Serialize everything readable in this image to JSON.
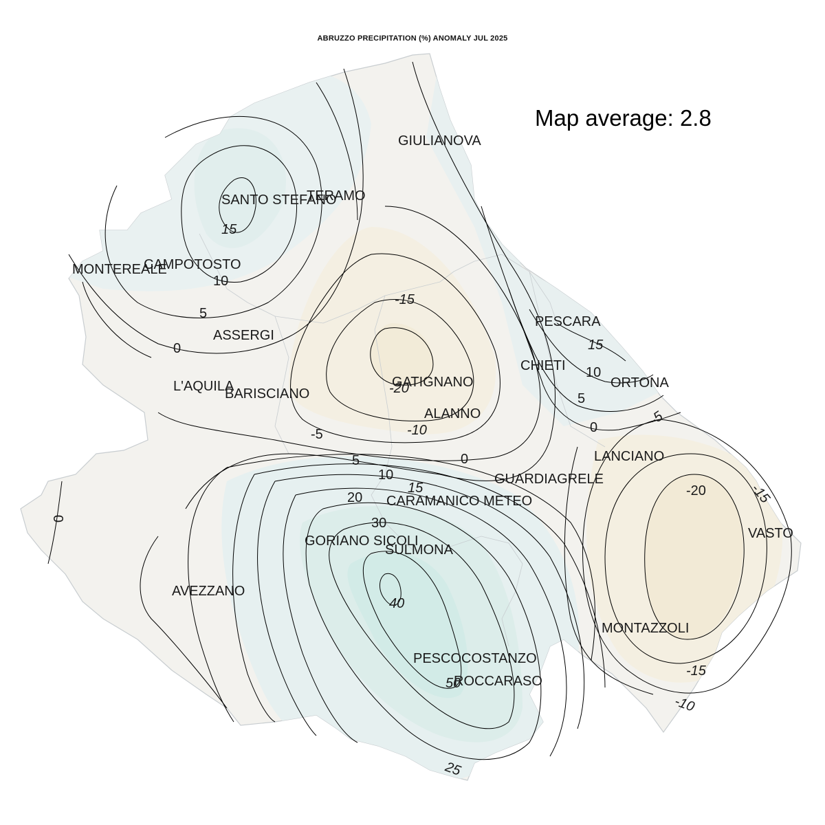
{
  "title": "ABRUZZO PRECIPITATION (%) ANOMALY JUL 2025",
  "map_average_text": "Map average: 2.8",
  "colors": {
    "negative_fill": "#f4eedf",
    "strong_negative_fill": "#f2ead6",
    "neutral_fill": "#f3f2ee",
    "positive_fill": "#e6f0f0",
    "strong_positive_fill": "#d2ebe7",
    "contour": "#000000"
  },
  "cities": [
    "GIULIANOVA",
    "TERAMO",
    "SANTO STEFANO",
    "CAMPOTOSTO",
    "MONTEREALE",
    "ASSERGI",
    "L'AQUILA",
    "BARISCIANO",
    "GATIGNANO",
    "ALANNO",
    "PESCARA",
    "CHIETI",
    "ORTONA",
    "LANCIANO",
    "GUARDIAGRELE",
    "CARAMANICO METEO",
    "GORIANO SICOLI",
    "SULMONA",
    "AVEZZANO",
    "VASTO",
    "MONTAZZOLI",
    "PESCOCOSTANZO",
    "ROCCARASO"
  ],
  "contour_labels": [
    "15",
    "10",
    "5",
    "0",
    "-15",
    "-20",
    "-10",
    "-5",
    "0",
    "5",
    "10",
    "15",
    "20",
    "30",
    "40",
    "50",
    "25",
    "15",
    "10",
    "5",
    "0",
    "-5",
    "-20",
    "-15",
    "-15",
    "-10",
    "0"
  ]
}
